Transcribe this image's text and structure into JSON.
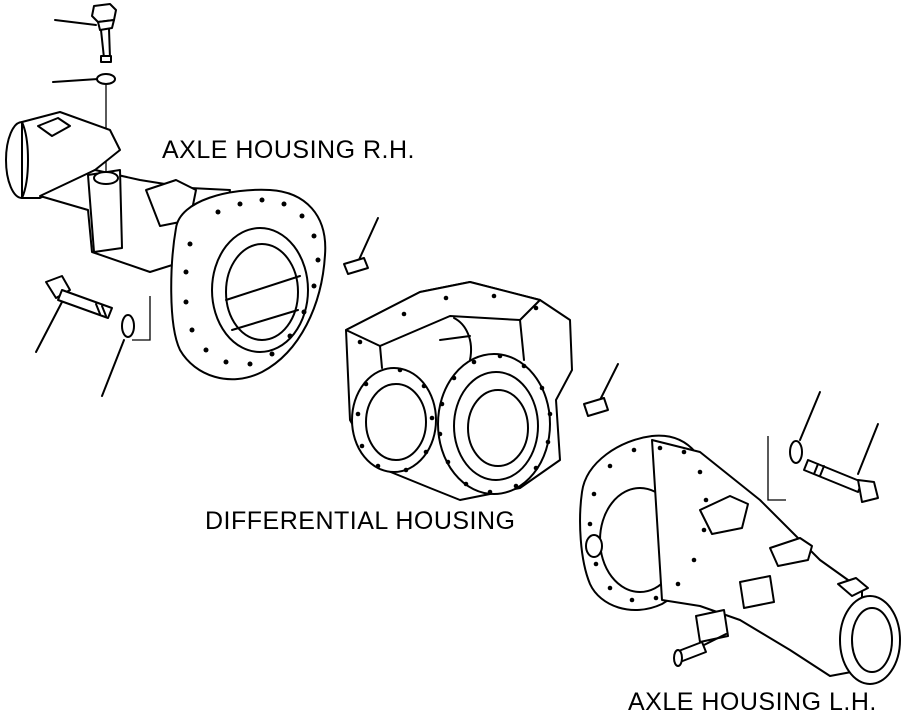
{
  "labels": {
    "axle_rh": "AXLE HOUSING R.H.",
    "differential": "DIFFERENTIAL HOUSING",
    "axle_lh": "AXLE HOUSING L.H."
  },
  "colors": {
    "line": "#000000",
    "background": "#ffffff"
  }
}
